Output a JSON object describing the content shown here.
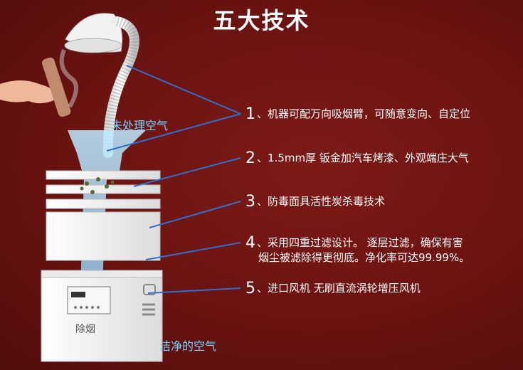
{
  "title": "五大技术",
  "features": [
    {
      "num": "1",
      "text": "、机器可配万向吸烟臂，可随意变向、自定位"
    },
    {
      "num": "2",
      "text": "、1.5mm厚 钣金加汽车烤漆、外观端庄大气"
    },
    {
      "num": "3",
      "text": "、防毒面具活性炭杀毒技术"
    },
    {
      "num": "4",
      "text": "、采用四重过滤设计。 逐层过滤，确保有害",
      "text2": "烟尘被滤除得更彻底。净化率可达99.99%。"
    },
    {
      "num": "5",
      "text": "、进口风机 无刷直流涡轮增压风机"
    }
  ],
  "labels": {
    "untreated_air": "未处理空气",
    "clean_air": "洁净的空气",
    "device_label": "除烟"
  },
  "colors": {
    "background": "#6e1412",
    "airflow": "#6fd2ff",
    "leader_line": "#2f6fd0",
    "text": "#ffffff"
  }
}
